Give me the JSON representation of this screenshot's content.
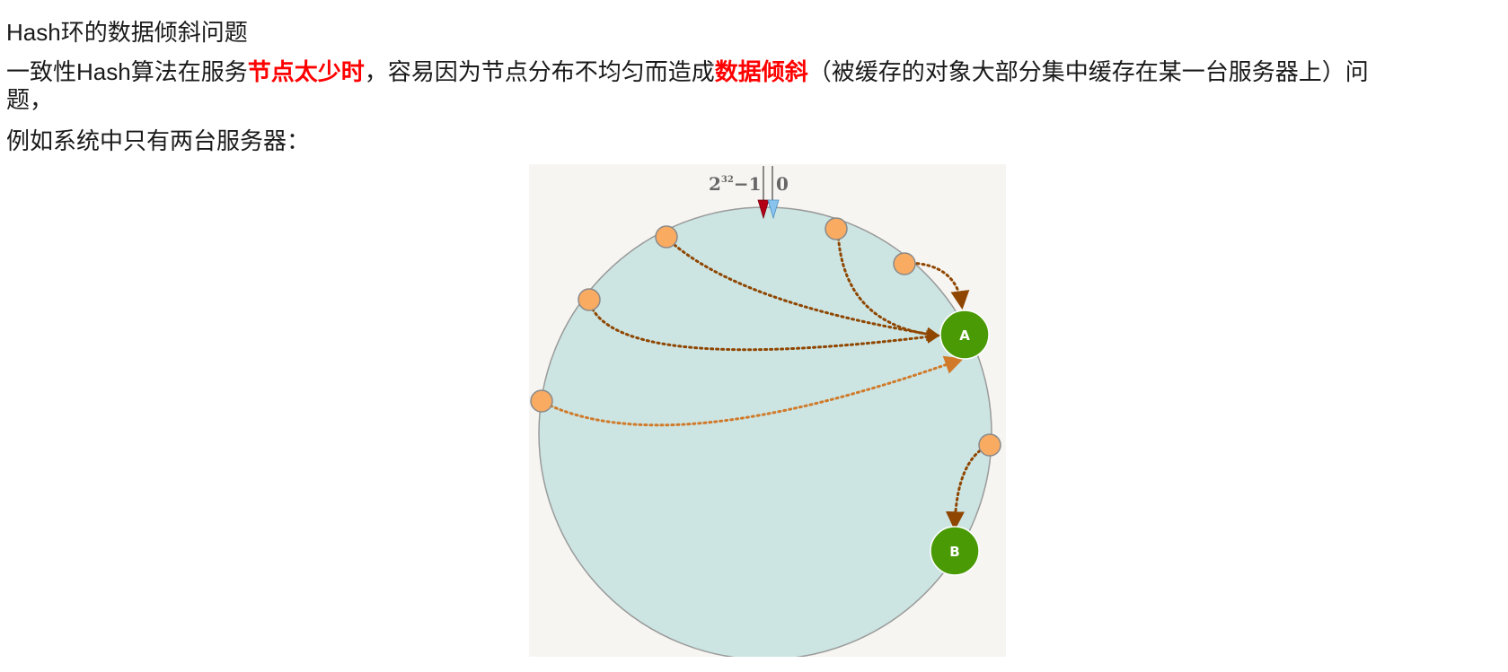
{
  "doc": {
    "title": {
      "latin": "Hash",
      "rest": "环的数据倾斜问题"
    },
    "para1": {
      "t1": "一致性",
      "t2_latin": "Hash",
      "t3": "算法在服务",
      "h1": "节点太少时",
      "t4": "，容易因为节点分布不均匀而造成",
      "h2": "数据倾斜",
      "t5": "（被缓存的对象大部分集中缓存在某一台服务器上）问",
      "t6": "题，"
    },
    "para2": "例如系统中只有两台服务器："
  },
  "figure": {
    "top_label_left_base": "2",
    "top_label_left_exp": "32",
    "top_label_left_tail": "−1",
    "top_label_right": "0",
    "nodes": [
      {
        "label": "A"
      },
      {
        "label": "B"
      }
    ],
    "colors": {
      "ring_fill": "#cce5e3",
      "panel_bg": "#f6f5f1",
      "object": "#f9ab62",
      "server": "#4a9a06",
      "arrow_dark": "#8f4600",
      "arrow_light": "#d07a2a",
      "marker_red": "#b30016",
      "marker_blue": "#88c4ee"
    }
  }
}
